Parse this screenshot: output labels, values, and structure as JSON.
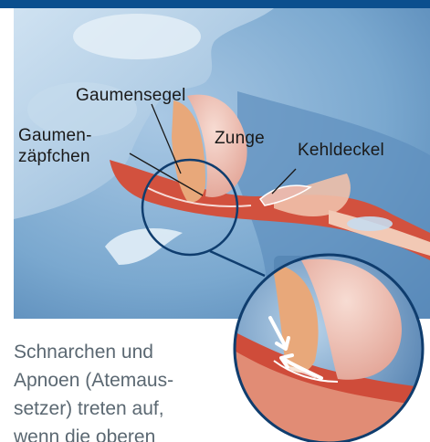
{
  "labels": {
    "soft_palate": "Gaumensegel",
    "uvula": "Gaumen-\nzäpfchen",
    "tongue": "Zunge",
    "epiglottis": "Kehldeckel"
  },
  "caption": "Schnarchen und\nApnoen (Atemaus-\nsetzer) treten auf,\nwenn die oberen",
  "colors": {
    "header_band": "#0b4f8e",
    "background_blue": "#6f9fc8",
    "airway_tissue": "#d2513e",
    "tongue_pink": "#e9b8ad",
    "soft_palate_orange": "#e8a87a",
    "circle_outline": "#0f3d6e",
    "caption_text": "#5b6872",
    "airflow_arrows": "#ffffff"
  },
  "icons": [
    "airflow-arrow-icon"
  ]
}
